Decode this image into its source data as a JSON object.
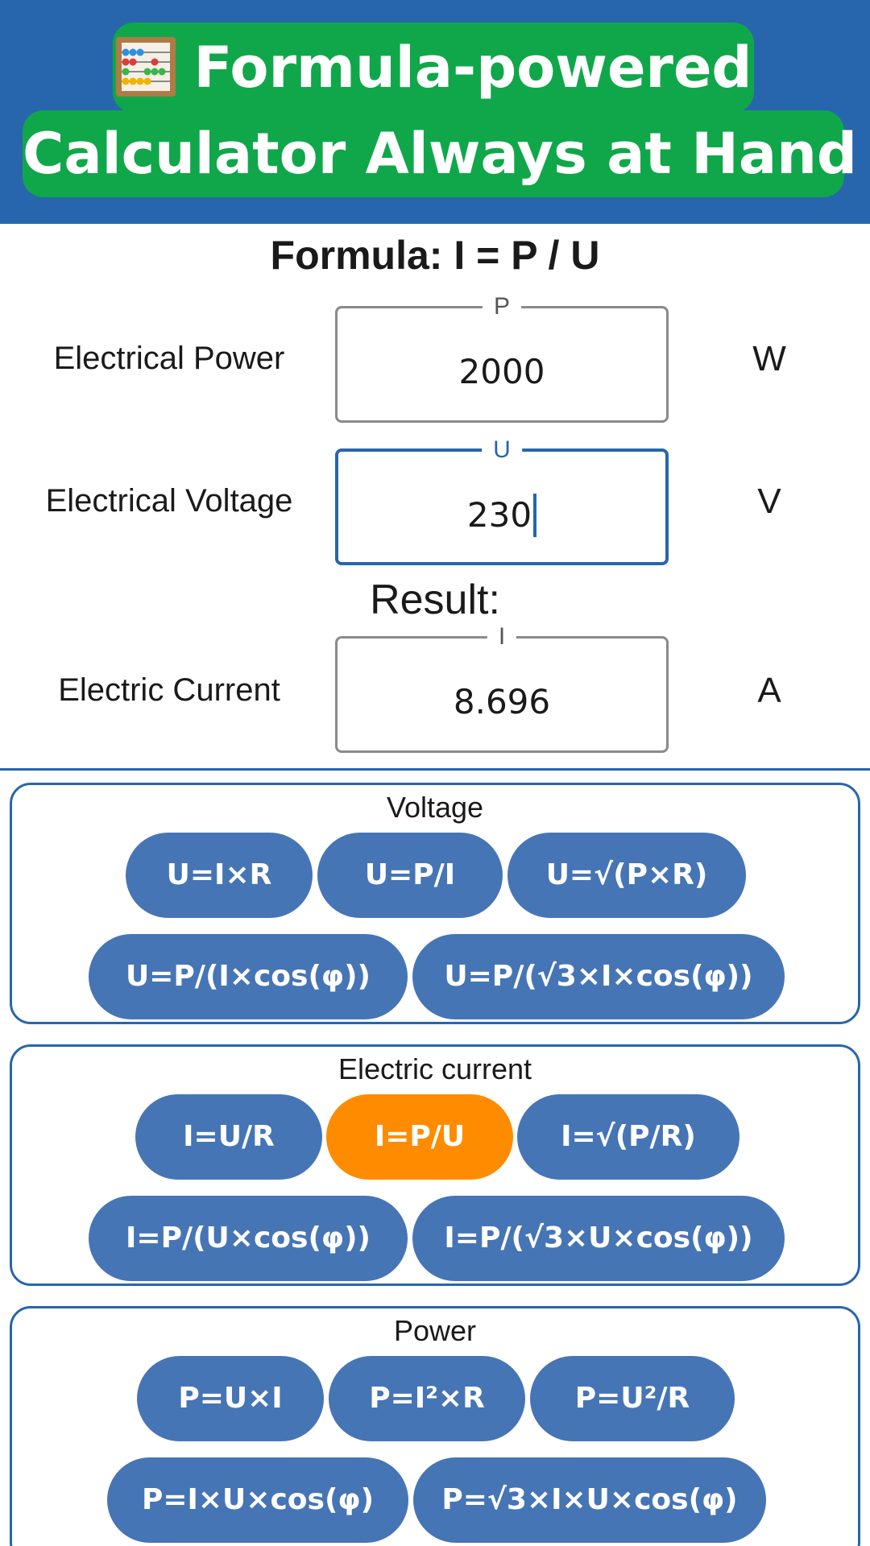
{
  "header": {
    "line1": "Formula-powered",
    "line2": "Calculator Always at Hand",
    "icon": "abacus-icon"
  },
  "formula": {
    "title": "Formula: I = P / U"
  },
  "inputs": [
    {
      "label": "Electrical Power",
      "symbol": "P",
      "value": "2000",
      "unit": "W"
    },
    {
      "label": "Electrical Voltage",
      "symbol": "U",
      "value": "230",
      "unit": "V"
    }
  ],
  "result": {
    "title": "Result:",
    "label": "Electric Current",
    "symbol": "I",
    "value": "8.696",
    "unit": "A"
  },
  "groups": [
    {
      "title": "Voltage",
      "formulas": [
        "U=I×R",
        "U=P/I",
        "U=√(P×R)",
        "U=P/(I×cos(φ))",
        "U=P/(√3×I×cos(φ))"
      ]
    },
    {
      "title": "Electric current",
      "formulas": [
        "I=U/R",
        "I=P/U",
        "I=√(P/R)",
        "I=P/(U×cos(φ))",
        "I=P/(√3×U×cos(φ))"
      ],
      "active": "I=P/U"
    },
    {
      "title": "Power",
      "formulas": [
        "P=U×I",
        "P=I²×R",
        "P=U²/R",
        "P=I×U×cos(φ)",
        "P=√3×I×U×cos(φ)"
      ]
    }
  ],
  "colors": {
    "header_bg": "#2766ac",
    "header_banner": "#10a74a",
    "pill": "#4675b5",
    "pill_active": "#ff8c00",
    "accent": "#2766ac"
  }
}
